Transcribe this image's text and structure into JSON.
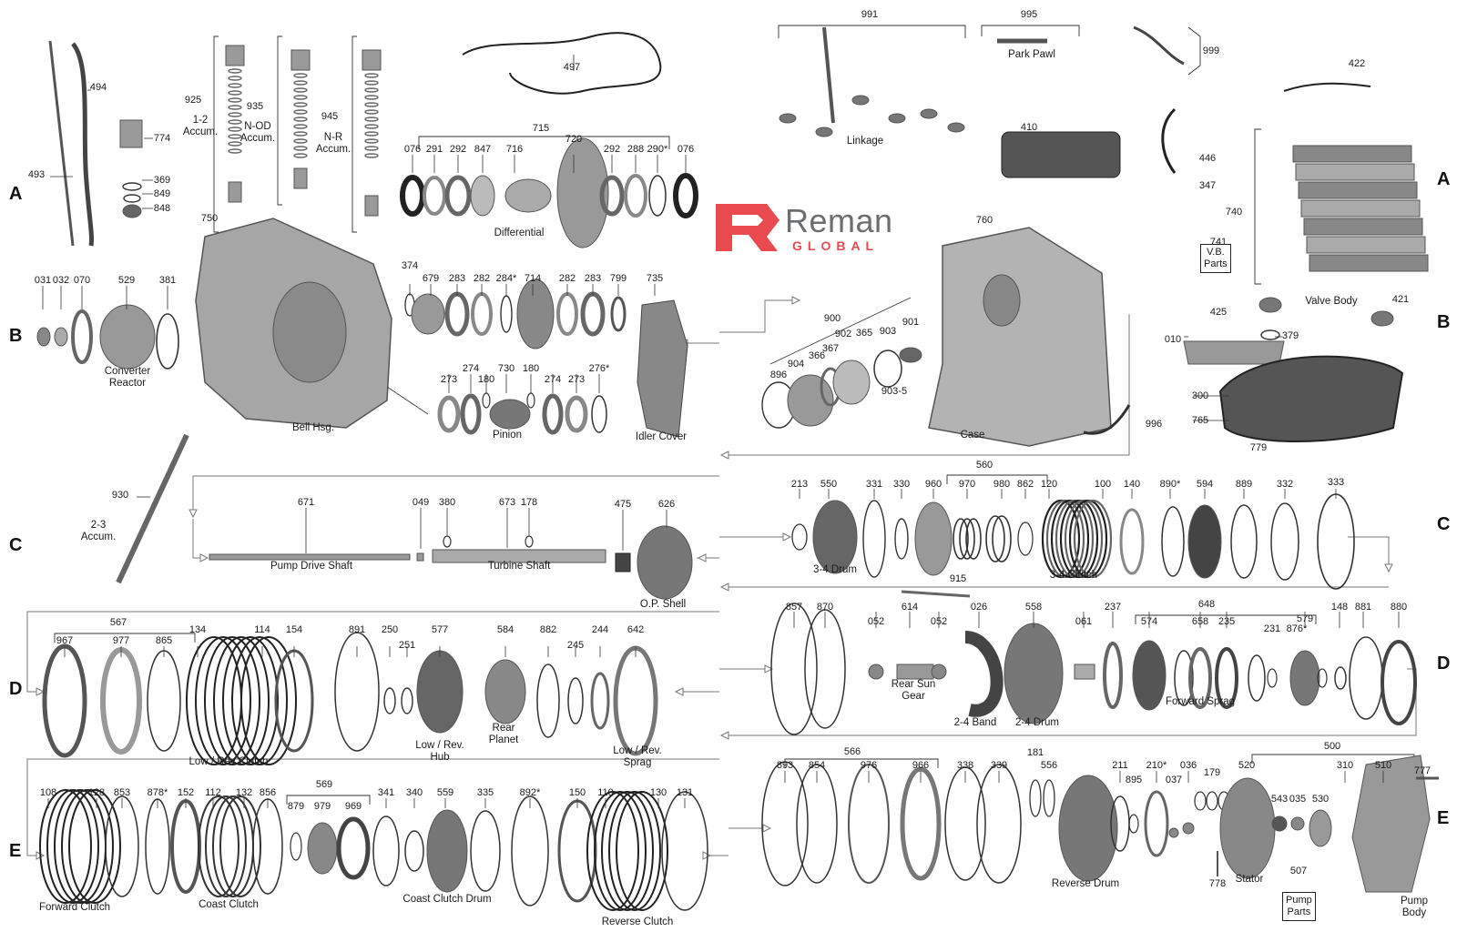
{
  "brand": {
    "name": "Reman",
    "tagline": "GLOBAL",
    "mark": "R",
    "color": "#e84a4f",
    "text_color": "#6d6e70"
  },
  "row_letters": [
    {
      "id": "row-a-left",
      "text": "A"
    },
    {
      "id": "row-a-right",
      "text": "A"
    },
    {
      "id": "row-b-left",
      "text": "B"
    },
    {
      "id": "row-b-right",
      "text": "B"
    },
    {
      "id": "row-c-left",
      "text": "C"
    },
    {
      "id": "row-c-right",
      "text": "C"
    },
    {
      "id": "row-d-left",
      "text": "D"
    },
    {
      "id": "row-d-right",
      "text": "D"
    },
    {
      "id": "row-e-left",
      "text": "E"
    },
    {
      "id": "row-e-right",
      "text": "E"
    }
  ],
  "part_numbers": [
    "494",
    "493",
    "774",
    "369",
    "849",
    "848",
    "925",
    "935",
    "945",
    "497",
    "715",
    "076",
    "291",
    "292",
    "847",
    "716",
    "720",
    "292",
    "288",
    "290*",
    "076",
    "991",
    "995",
    "999",
    "422",
    "446",
    "347",
    "410",
    "750",
    "031",
    "032",
    "070",
    "529",
    "381",
    "374",
    "679",
    "283",
    "282",
    "284*",
    "714",
    "282",
    "283",
    "799",
    "735",
    "273",
    "274",
    "180",
    "730",
    "180",
    "274",
    "273",
    "276*",
    "760",
    "900",
    "904",
    "366",
    "367",
    "902",
    "365",
    "903",
    "901",
    "903-5",
    "896",
    "996",
    "741",
    "740",
    "425",
    "421",
    "010",
    "379",
    "300",
    "765",
    "779",
    "930",
    "671",
    "049",
    "380",
    "673",
    "178",
    "475",
    "626",
    "560",
    "213",
    "550",
    "331",
    "330",
    "960",
    "970",
    "980",
    "862",
    "120",
    "100",
    "140",
    "890*",
    "594",
    "889",
    "332",
    "333",
    "915",
    "857",
    "870",
    "052",
    "614",
    "052",
    "026",
    "558",
    "061",
    "237",
    "648",
    "574",
    "658",
    "235",
    "579",
    "231",
    "876*",
    "148",
    "881",
    "880",
    "567",
    "967",
    "977",
    "865",
    "134",
    "114",
    "154",
    "891",
    "250",
    "251",
    "577",
    "584",
    "882",
    "245",
    "244",
    "642",
    "566",
    "893",
    "854",
    "976",
    "966",
    "338",
    "339",
    "181",
    "556",
    "211",
    "210*",
    "036",
    "895",
    "037",
    "179",
    "500",
    "520",
    "543",
    "035",
    "530",
    "310",
    "510",
    "777",
    "778",
    "507",
    "569",
    "108",
    "128",
    "853",
    "878*",
    "152",
    "112",
    "132",
    "856",
    "879",
    "979",
    "969",
    "341",
    "340",
    "559",
    "335",
    "892*",
    "150",
    "110",
    "130",
    "131"
  ],
  "group_labels": {
    "accum_1_2": "1-2\nAccum.",
    "accum_n_od": "N-OD\nAccum.",
    "accum_n_r": "N-R\nAccum.",
    "accum_2_3": "2-3\nAccum.",
    "differential": "Differential",
    "linkage": "Linkage",
    "park_pawl": "Park Pawl",
    "converter_reactor": "Converter\nReactor",
    "bell_hsg": "Bell Hsg.",
    "pinion": "Pinion",
    "idler_cover": "Idler Cover",
    "case": "Case",
    "vb_parts": "V.B.\nParts",
    "valve_body": "Valve Body",
    "pump_drive_shaft": "Pump Drive Shaft",
    "turbine_shaft": "Turbine Shaft",
    "op_shell": "O.P. Shell",
    "drum_3_4": "3-4 Drum",
    "clutch_3_4": "3-4 Clutch",
    "rear_sun_gear": "Rear Sun\nGear",
    "band_2_4": "2-4 Band",
    "drum_2_4": "2-4 Drum",
    "forward_sprag": "Forward Sprag",
    "low_rev_clutch": "Low / Rev Clutch",
    "low_rev_hub": "Low / Rev.\nHub",
    "rear_planet": "Rear\nPlanet",
    "low_rev_sprag": "Low / Rev.\nSprag",
    "reverse_drum": "Reverse Drum",
    "stator": "Stator",
    "pump_parts": "Pump\nParts",
    "pump_body": "Pump Body",
    "forward_clutch": "Forward Clutch",
    "coast_clutch": "Coast Clutch",
    "coast_clutch_drum": "Coast Clutch Drum",
    "reverse_clutch": "Reverse Clutch"
  },
  "colors": {
    "metal": "#9a9a9a",
    "metal_dark": "#555555",
    "line": "#333333",
    "arrow": "#777777"
  }
}
